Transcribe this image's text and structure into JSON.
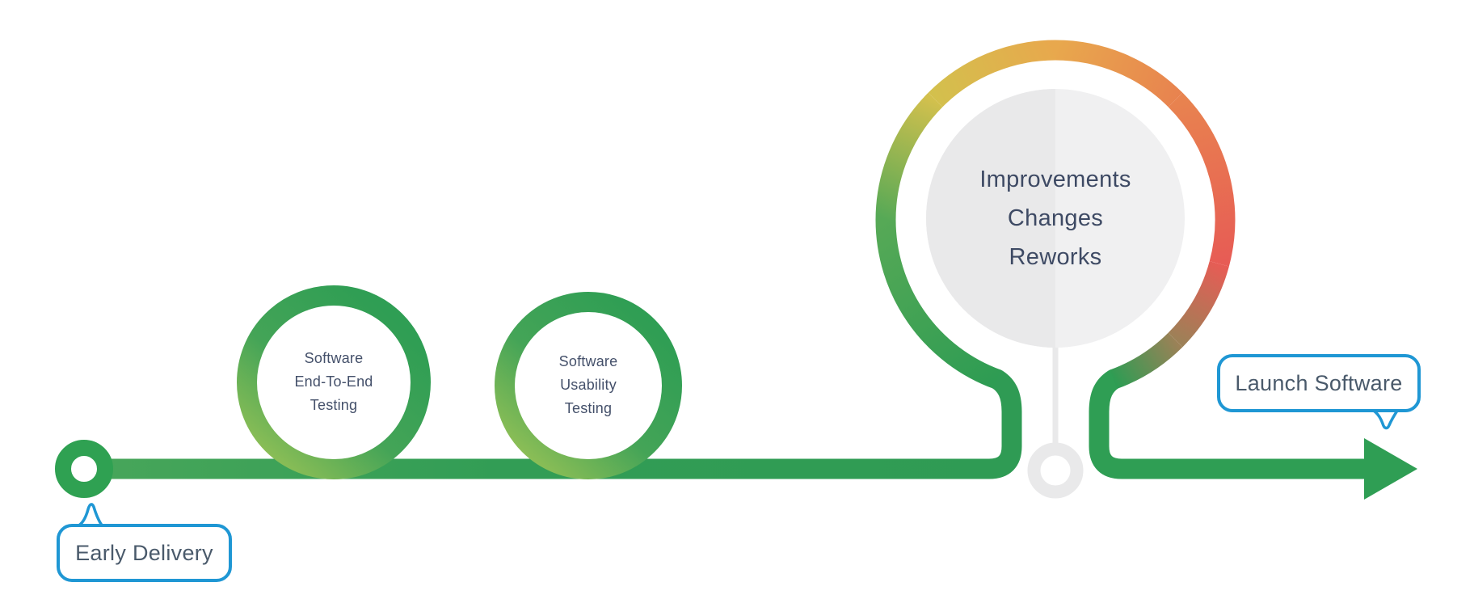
{
  "colors": {
    "background": "#ffffff",
    "timeline_green": "#2F9B54",
    "timeline_green_light": "#48A65A",
    "loop_gradient_light": "#8CBE56",
    "ring_yellow": "#D3C04D",
    "ring_orange": "#E8834F",
    "ring_red": "#E75C55",
    "bubble_border_blue": "#1F97D4",
    "bubble_text": "#4A5A6B",
    "loop_text": "#44506A",
    "big_loop_text": "#3E4A64",
    "inner_disc_gray_left": "#E9E9EA",
    "inner_disc_gray_right": "#F0F0F1",
    "anchor_gray": "#E9E9EA"
  },
  "callouts": {
    "start": {
      "label": "Early Delivery"
    },
    "end": {
      "label": "Launch Software"
    }
  },
  "loops": [
    {
      "lines": [
        "Software",
        "End-To-End",
        "Testing"
      ]
    },
    {
      "lines": [
        "Software",
        "Usability",
        "Testing"
      ]
    },
    {
      "lines": [
        "Improvements",
        "Changes",
        "Reworks"
      ]
    }
  ]
}
